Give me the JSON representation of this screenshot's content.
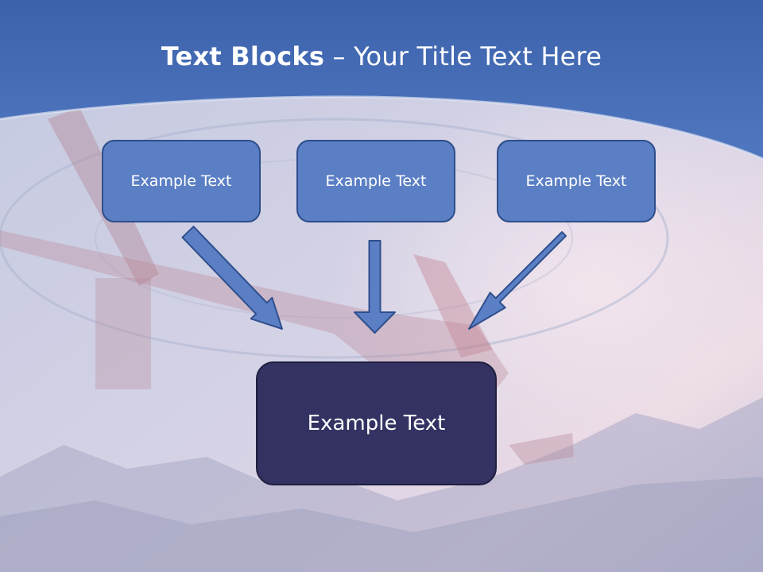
{
  "slide": {
    "title_bold": "Text Blocks",
    "title_dash": " – ",
    "title_rest": "Your Title Text Here"
  },
  "blocks": [
    {
      "label": "Example Text"
    },
    {
      "label": "Example Text"
    },
    {
      "label": "Example Text"
    }
  ],
  "result_block": {
    "label": "Example Text"
  },
  "colors": {
    "header": "#4a70b8",
    "block_fill": "#5b7fc4",
    "block_border": "#2d4d8a",
    "result_fill": "#333262",
    "arrow_fill": "#5b7fc4",
    "arrow_stroke": "#2f4f8c"
  }
}
